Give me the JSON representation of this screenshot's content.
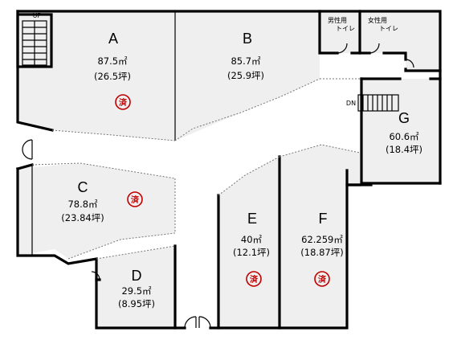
{
  "labels": {
    "stairs_up": "UP",
    "stairs_down": "DN",
    "toilet_men": "男性用トイレ",
    "toilet_women": "女性用トイレ",
    "toilet_men_line1": "男性用",
    "toilet_men_line2": "トイレ",
    "toilet_women_line1": "女性用",
    "toilet_women_line2": "トイレ"
  },
  "stamp_text": "済",
  "colors": {
    "wall": "#000000",
    "room_fill": "#efefef",
    "corridor": "#ffffff",
    "stamp": "#c00000"
  },
  "units": [
    {
      "id": "A",
      "letter": "A",
      "area": "87.5㎡",
      "tsubo": "(26.5坪)",
      "contracted": true
    },
    {
      "id": "B",
      "letter": "B",
      "area": "85.7㎡",
      "tsubo": "(25.9坪)",
      "contracted": false
    },
    {
      "id": "C",
      "letter": "C",
      "area": "78.8㎡",
      "tsubo": "(23.84坪)",
      "contracted": true
    },
    {
      "id": "D",
      "letter": "D",
      "area": "29.5㎡",
      "tsubo": "(8.95坪)",
      "contracted": false
    },
    {
      "id": "E",
      "letter": "E",
      "area": "40㎡",
      "tsubo": "(12.1坪)",
      "contracted": true
    },
    {
      "id": "F",
      "letter": "F",
      "area": "62.259㎡",
      "tsubo": "(18.87坪)",
      "contracted": true
    },
    {
      "id": "G",
      "letter": "G",
      "area": "60.6㎡",
      "tsubo": "(18.4坪)",
      "contracted": false
    }
  ]
}
